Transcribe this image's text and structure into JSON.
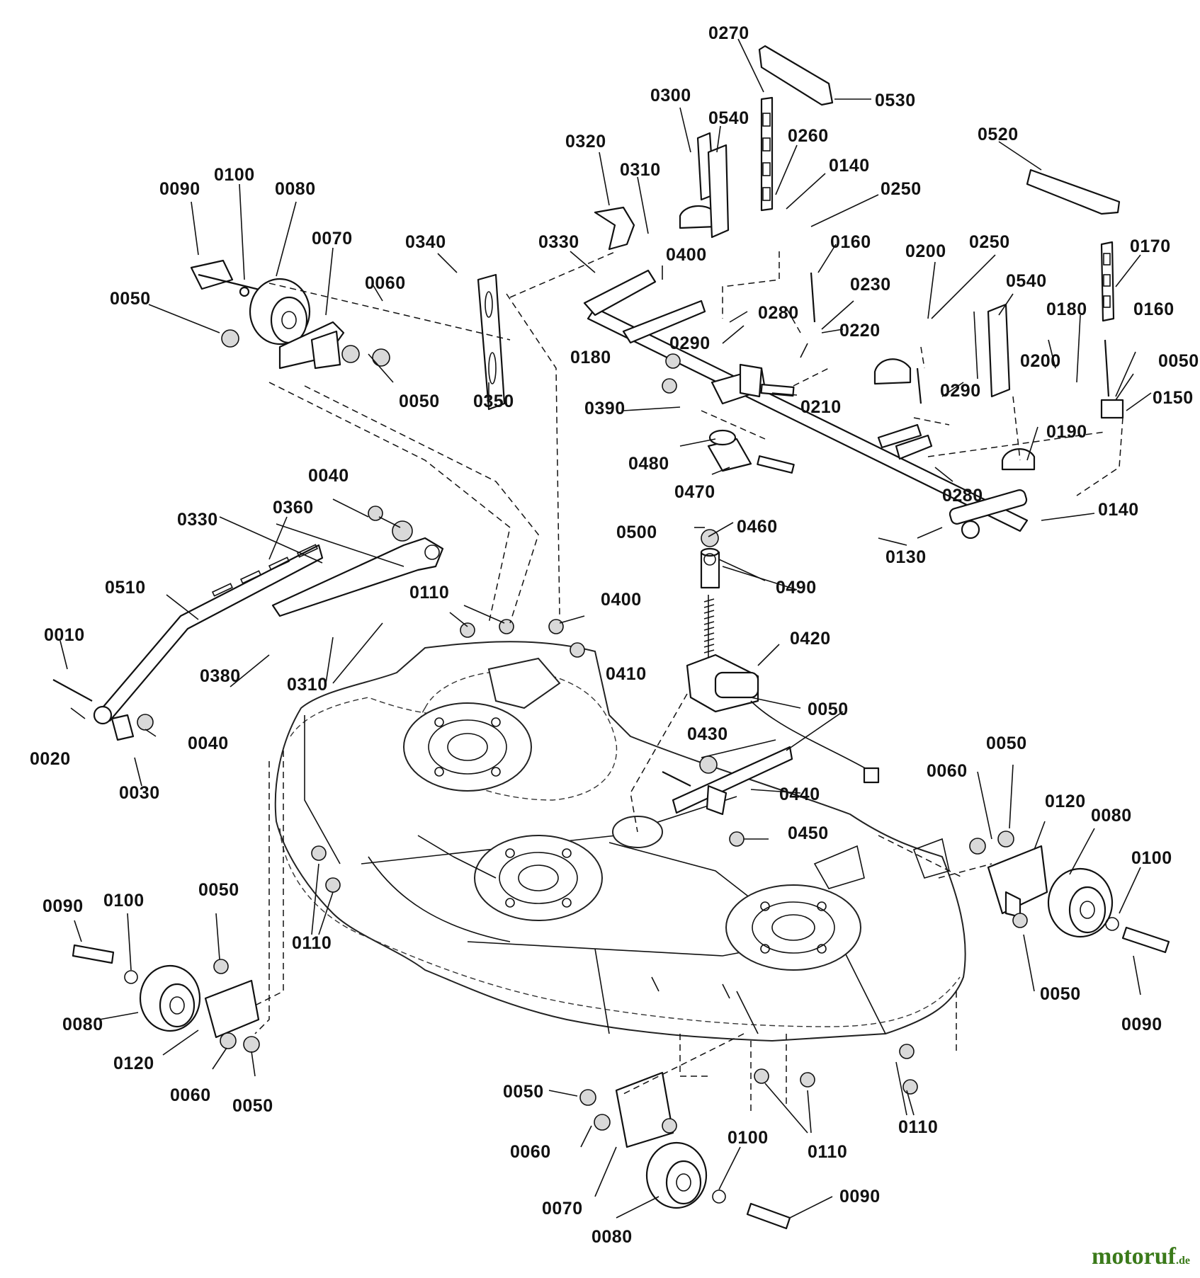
{
  "diagram": {
    "labels": {
      "l0270": "0270",
      "l0530": "0530",
      "l0300": "0300",
      "l0540a": "0540",
      "l0260": "0260",
      "l0320": "0320",
      "l0310a": "0310",
      "l0140a": "0140",
      "l0250a": "0250",
      "l0520": "0520",
      "l0090a": "0090",
      "l0100a": "0100",
      "l0080a": "0080",
      "l0070a": "0070",
      "l0340": "0340",
      "l0330a": "0330",
      "l0400a": "0400",
      "l0160a": "0160",
      "l0200a": "0200",
      "l0250b": "0250",
      "l0170": "0170",
      "l0060a": "0060",
      "l0050a": "0050",
      "l0230": "0230",
      "l0540b": "0540",
      "l0280a": "0280",
      "l0290a": "0290",
      "l0180a": "0180",
      "l0220": "0220",
      "l0180b": "0180",
      "l0160b": "0160",
      "l0050b": "0050",
      "l0350": "0350",
      "l0050c": "0050",
      "l0200b": "0200",
      "l0390": "0390",
      "l0210": "0210",
      "l0150": "0150",
      "l0290b": "0290",
      "l0190": "0190",
      "l0480": "0480",
      "l0470": "0470",
      "l0280b": "0280",
      "l0140b": "0140",
      "l0040a": "0040",
      "l0360": "0360",
      "l0330b": "0330",
      "l0460": "0460",
      "l0500": "0500",
      "l0130": "0130",
      "l0490": "0490",
      "l0510": "0510",
      "l0110a": "0110",
      "l0400b": "0400",
      "l0010": "0010",
      "l0420": "0420",
      "l0380": "0380",
      "l0310b": "0310",
      "l0410": "0410",
      "l0050d": "0050",
      "l0020": "0020",
      "l0040b": "0040",
      "l0430": "0430",
      "l0030": "0030",
      "l0050e": "0050",
      "l0060b": "0060",
      "l0440": "0440",
      "l0120a": "0120",
      "l0080b": "0080",
      "l0450": "0450",
      "l0100b": "0100",
      "l0090b": "0090",
      "l0100c": "0100",
      "l0050f": "0050",
      "l0110b": "0110",
      "l0050g": "0050",
      "l0080c": "0080",
      "l0090c": "0090",
      "l0120b": "0120",
      "l0060c": "0060",
      "l0050h": "0050",
      "l0050i": "0050",
      "l0110c": "0110",
      "l0060d": "0060",
      "l0100d": "0100",
      "l0110d": "0110",
      "l0070b": "0070",
      "l0090d": "0090",
      "l0080d": "0080"
    }
  },
  "watermark": {
    "brand": "motoruf",
    "tld": ".de"
  }
}
